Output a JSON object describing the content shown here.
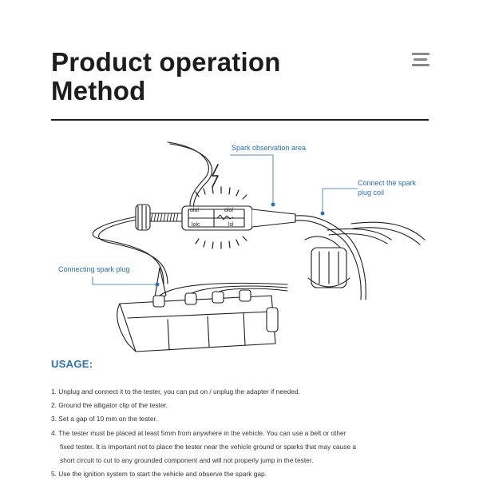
{
  "header": {
    "title_line1": "Product operation",
    "title_line2": "Method",
    "menu_icon": "hamburger-menu-icon"
  },
  "diagram": {
    "callouts": {
      "spark_area": "Spark observation area",
      "coil_line1": "Connect the spark",
      "coil_line2": "plug coil",
      "plug": "Connecting spark plug"
    },
    "tester_markings": {
      "top_left": "olol",
      "top_right": "olol",
      "bottom_left": "lolc",
      "bottom_right": "lsl"
    },
    "accent_color": "#2a6fb8"
  },
  "usage": {
    "heading": "USAGE:",
    "steps": [
      {
        "lines": [
          "1. Unplug and connect it to the tester, you can put on / unplug the adapter if needed."
        ]
      },
      {
        "lines": [
          "2. Ground the alligator clip of the tester."
        ]
      },
      {
        "lines": [
          "3. Set a gap of 10 mm on the tester."
        ]
      },
      {
        "lines": [
          "4. The tester must be placed at least 5mm from anywhere in the vehicle. You can use a belt or other",
          "fixed tester. It is important not to place the tester near the vehicle ground or sparks that may cause a",
          "short circuit to cut to any grounded component and will not properly jump in the tester."
        ]
      },
      {
        "lines": [
          "5. Use the ignition system to start the vehicle and observe the spark gap."
        ]
      }
    ]
  }
}
